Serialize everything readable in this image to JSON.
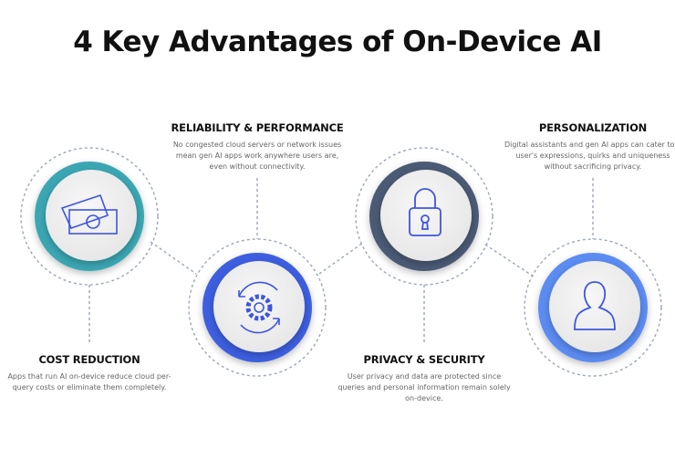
{
  "title": "4 Key Advantages of On-Device AI",
  "colors": {
    "teal": "#3aa7b3",
    "blue": "#3d5fe0",
    "slate": "#4b5a75",
    "light_blue": "#5c8cf3",
    "icon": "#3d55e0"
  },
  "advantages": [
    {
      "heading": "COST REDUCTION",
      "text": "Apps that run AI on-device reduce cloud per-query costs or eliminate them completely.",
      "icon": "money-icon"
    },
    {
      "heading": "RELIABILITY & PERFORMANCE",
      "text": "No congested cloud servers or network issues mean gen AI apps work anywhere users are, even without connectivity.",
      "icon": "gear-refresh-icon"
    },
    {
      "heading": "PRIVACY & SECURITY",
      "text": "User privacy and data are protected since queries and personal information remain solely on-device.",
      "icon": "lock-icon"
    },
    {
      "heading": "PERSONALIZATION",
      "text": "Digital assistants and gen AI apps can cater to a user's expressions, quirks and uniqueness without sacrificing privacy.",
      "icon": "user-icon"
    }
  ]
}
